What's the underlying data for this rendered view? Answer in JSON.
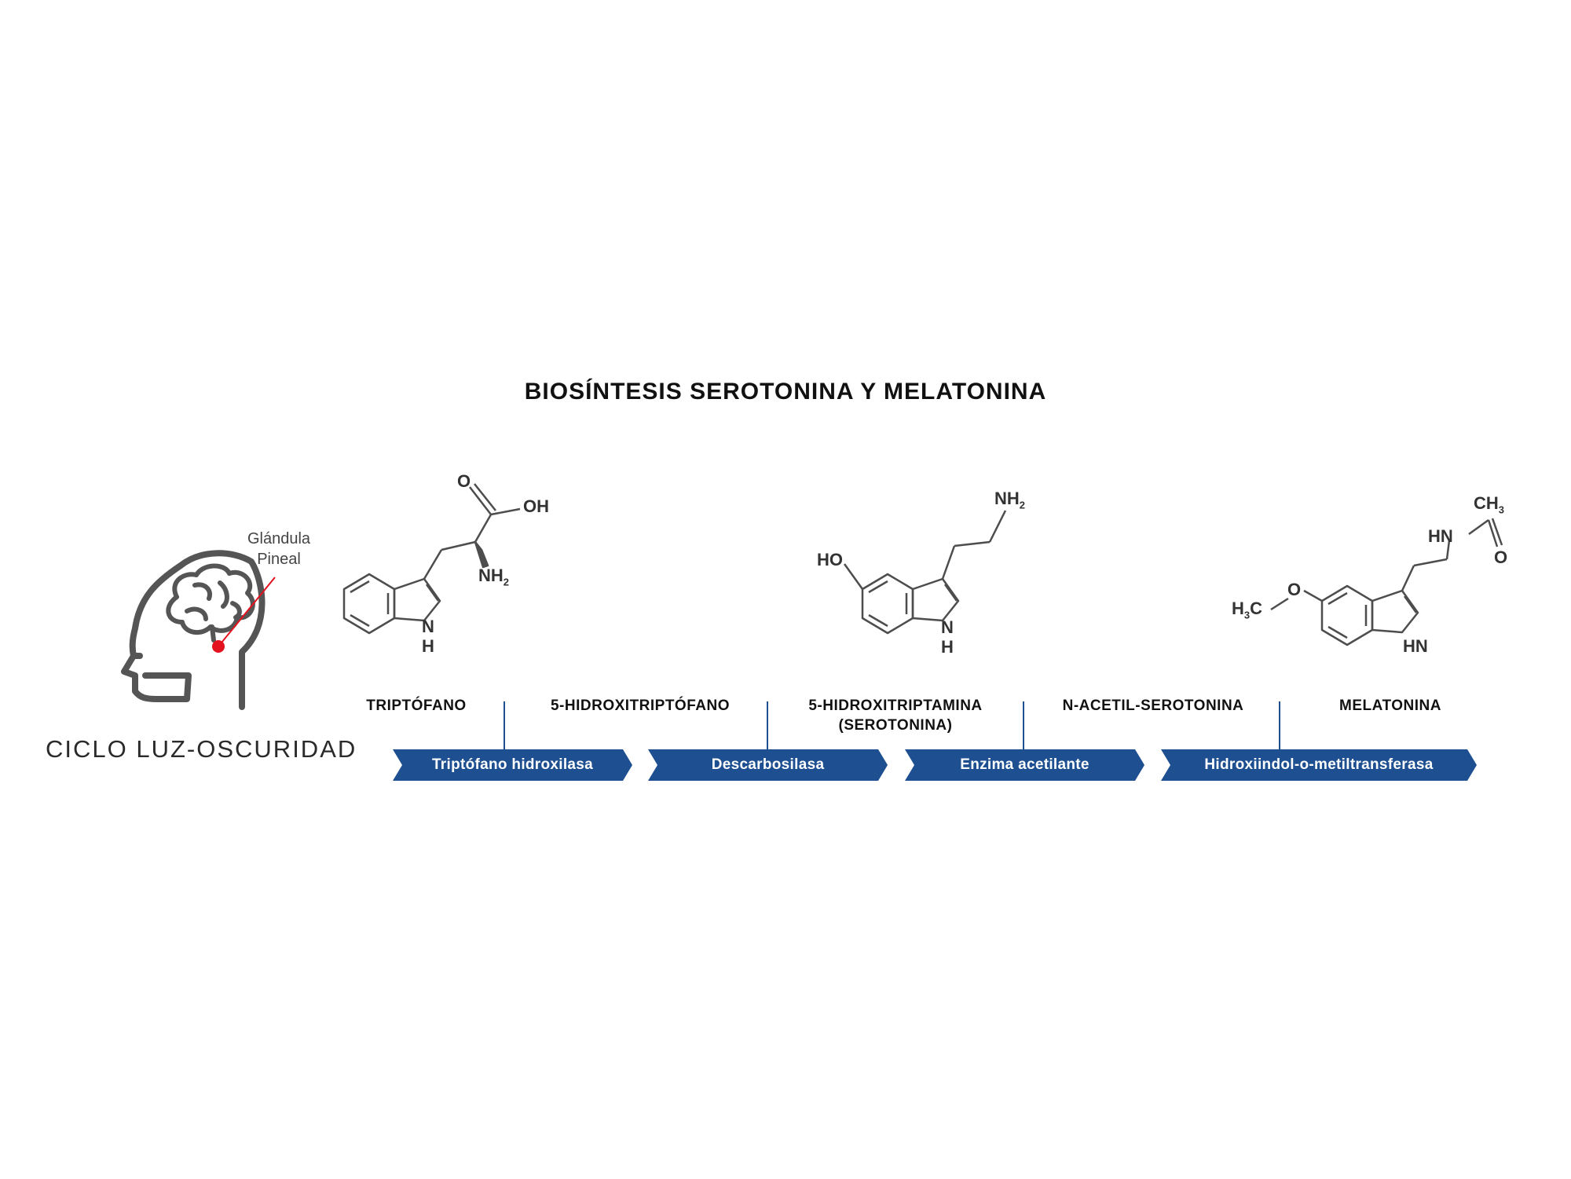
{
  "title": "BIOSÍNTESIS SEROTONINA Y MELATONINA",
  "cycle_label": "CICLO LUZ-OSCURIDAD",
  "pineal_label": [
    "Glándula",
    "Pineal"
  ],
  "compounds": [
    {
      "lines": [
        "TRIPTÓFANO"
      ]
    },
    {
      "lines": [
        "5-HIDROXITRIPTÓFANO"
      ]
    },
    {
      "lines": [
        "5-HIDROXITRIPTAMINA",
        "(SEROTONINA)"
      ]
    },
    {
      "lines": [
        "N-ACETIL-SEROTONINA"
      ]
    },
    {
      "lines": [
        "MELATONINA"
      ]
    }
  ],
  "enzymes": [
    "Triptófano hidroxilasa",
    "Descarbosilasa",
    "Enzima acetilante",
    "Hidroxiindol-o-metiltransferasa"
  ],
  "atoms": {
    "trp": {
      "o": "O",
      "oh": "OH",
      "nh2": "NH",
      "nh2_sub": "2",
      "n": "N",
      "h": "H"
    },
    "ser": {
      "ho": "HO",
      "nh2": "NH",
      "nh2_sub": "2",
      "n": "N",
      "h": "H"
    },
    "mel": {
      "ch3": "CH",
      "ch3_sub": "3",
      "hn": "HN",
      "o_carbonyl": "O",
      "o_ether": "O",
      "h3c_h": "H",
      "h3c_sub": "3",
      "h3c_c": "C",
      "hn_ring": "HN"
    }
  },
  "colors": {
    "arrow_fill": "#1d4f91",
    "structure_stroke": "#4d4d4d",
    "head_stroke": "#555555",
    "pineal_dot": "#e3121e"
  }
}
